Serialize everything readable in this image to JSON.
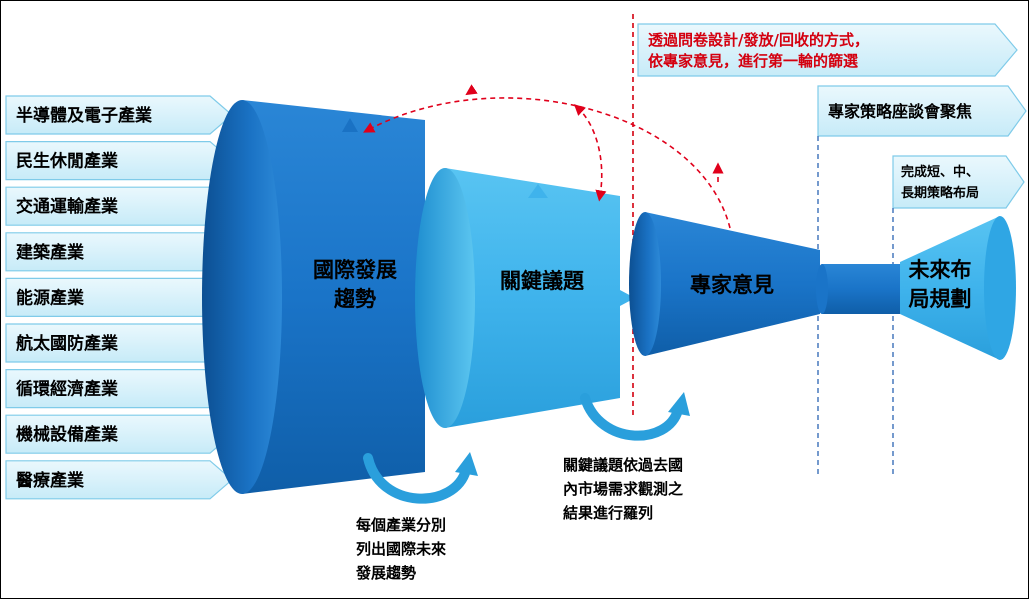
{
  "industries": [
    "半導體及電子產業",
    "民生休閒產業",
    "交通運輸產業",
    "建築產業",
    "能源產業",
    "航太國防產業",
    "循環經濟產業",
    "機械設備產業",
    "醫療產業"
  ],
  "stages": {
    "trend": [
      "國際發展",
      "趨勢"
    ],
    "issues": [
      "關鍵議題"
    ],
    "expert": [
      "專家意見"
    ],
    "future": [
      "未來布",
      "局規劃"
    ]
  },
  "notes": {
    "trend": [
      "每個產業分別",
      "列出國際未來",
      "發展趨勢"
    ],
    "issues": [
      "關鍵議題依過去國",
      "內市場需求觀測之",
      "結果進行羅列"
    ]
  },
  "arrows": {
    "survey": [
      "透過問卷設計/發放/回收的方式，",
      "依專家意見，進行第一輪的篩選"
    ],
    "forum": [
      "專家策略座談會聚焦"
    ],
    "plan": [
      "完成短、中、",
      "長期策略布局"
    ]
  },
  "colors": {
    "dark_blue": "#1570c4",
    "light_blue": "#3fb3ec",
    "red": "#e0001b",
    "label_fill": "#dff3fb"
  }
}
